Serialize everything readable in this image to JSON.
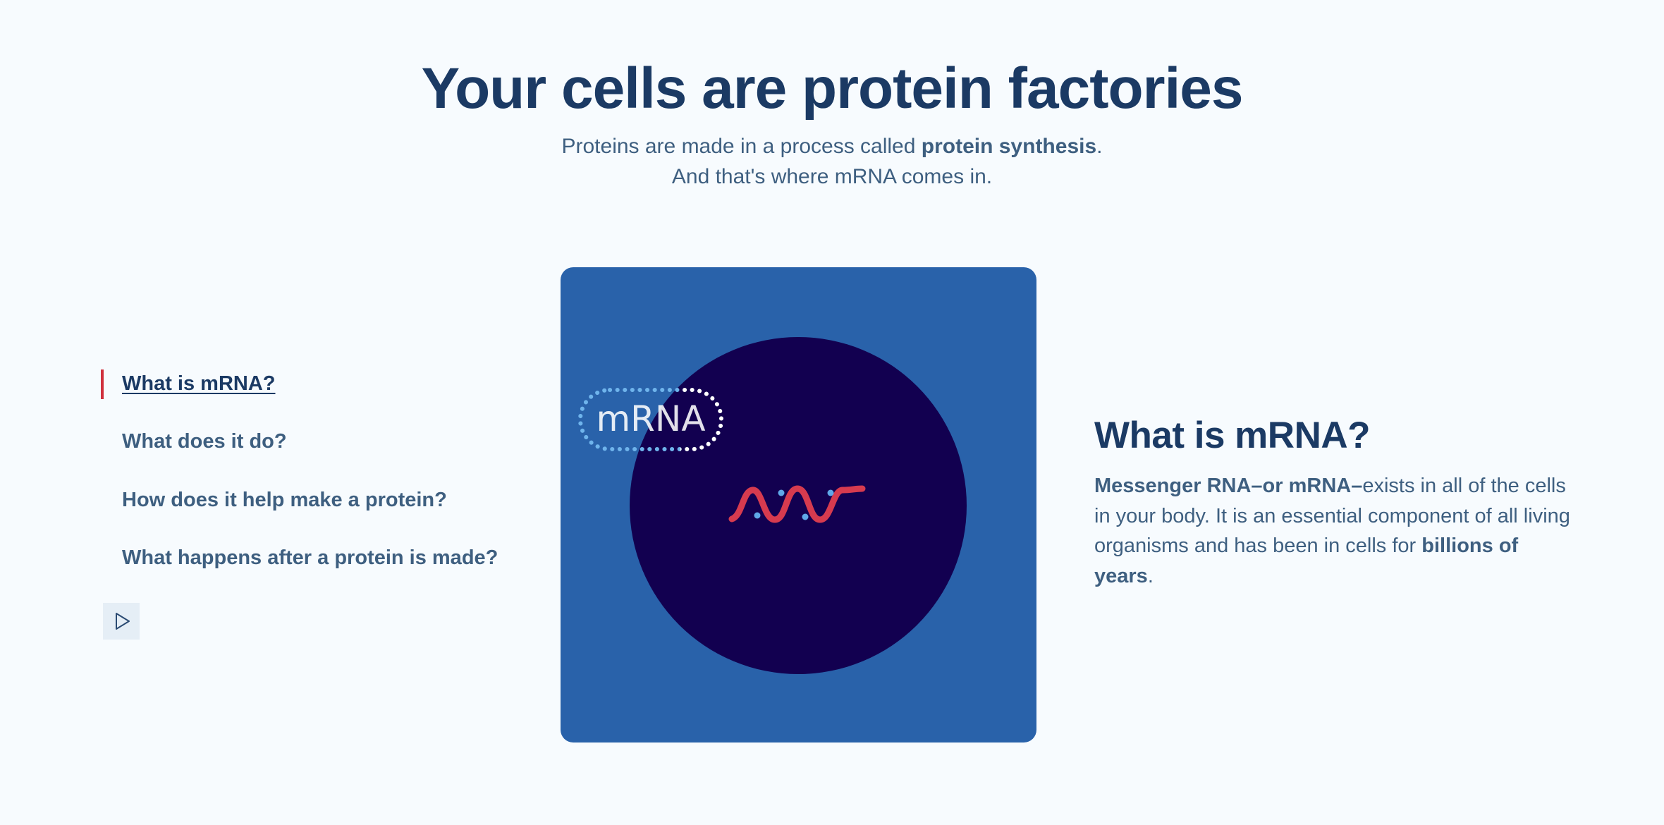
{
  "header": {
    "title": "Your cells are protein factories",
    "subtitle_line1_prefix": "Proteins are made in a process called ",
    "subtitle_line1_bold": "protein synthesis",
    "subtitle_line1_suffix": ".",
    "subtitle_line2": "And that's where mRNA comes in."
  },
  "nav": {
    "items": [
      {
        "label": "What is mRNA?",
        "active": true
      },
      {
        "label": "What does it do?",
        "active": false
      },
      {
        "label": "How does it help make a protein?",
        "active": false
      },
      {
        "label": "What happens after a protein is made?",
        "active": false
      }
    ],
    "play_icon": "play-icon"
  },
  "illustration": {
    "bubble_label": "mRNA",
    "colors": {
      "background": "#2962aa",
      "cell": "#120050",
      "strand": "#d63b4f",
      "dots": "#5fa8e8"
    }
  },
  "info": {
    "title": "What is mRNA?",
    "body_bold_1": "Messenger RNA–or mRNA–",
    "body_text_1": "exists in all of the cells in your body. It is an essential component of all living organisms and has been in cells for ",
    "body_bold_2": "billions of years",
    "body_text_2": "."
  },
  "colors": {
    "heading": "#1b3a64",
    "body": "#3e5f80",
    "accent": "#d0313d",
    "page_background": "#f7fbfe"
  }
}
